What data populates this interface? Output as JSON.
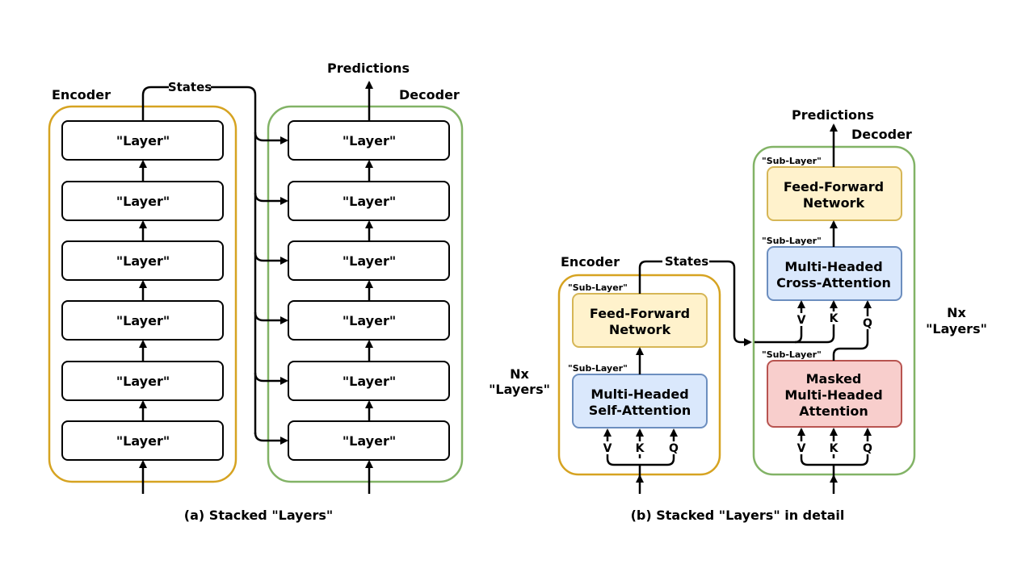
{
  "colors": {
    "encoder_frame": "#d6a321",
    "decoder_frame": "#82b366",
    "ffn_fill": "#fff2cc",
    "ffn_stroke": "#d6b656",
    "attn_fill": "#dae8fc",
    "attn_stroke": "#6c8ebf",
    "masked_fill": "#f8cecc",
    "masked_stroke": "#b85450"
  },
  "panel_a": {
    "encoder_label": "Encoder",
    "decoder_label": "Decoder",
    "states_label": "States",
    "predictions_label": "Predictions",
    "layer_label": "\"Layer\"",
    "caption": "(a) Stacked \"Layers\""
  },
  "panel_b": {
    "encoder_label": "Encoder",
    "decoder_label": "Decoder",
    "states_label": "States",
    "predictions_label": "Predictions",
    "sublayer_label": "\"Sub-Layer\"",
    "nx_line1": "Nx",
    "nx_line2": "\"Layers\"",
    "ffn_line1": "Feed-Forward",
    "ffn_line2": "Network",
    "self_attn_line1": "Multi-Headed",
    "self_attn_line2": "Self-Attention",
    "cross_attn_line1": "Multi-Headed",
    "cross_attn_line2": "Cross-Attention",
    "masked_line1": "Masked",
    "masked_line2": "Multi-Headed",
    "masked_line3": "Attention",
    "v": "V",
    "k": "K",
    "q": "Q",
    "caption": "(b) Stacked \"Layers\" in detail"
  }
}
